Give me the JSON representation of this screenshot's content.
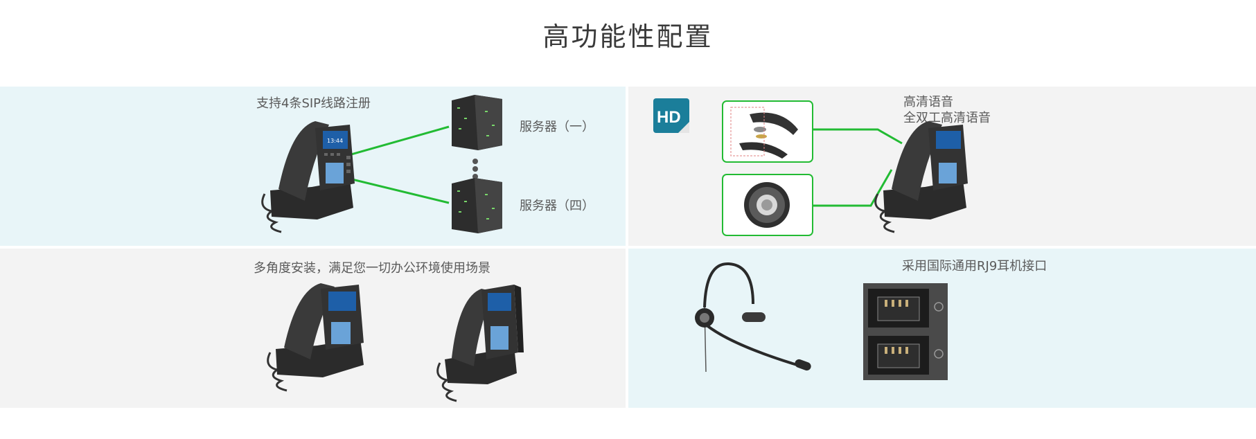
{
  "page": {
    "title": "高功能性配置"
  },
  "sip_panel": {
    "caption": "支持4条SIP线路注册",
    "server_1": "服务器（一）",
    "server_4": "服务器（四）",
    "accent_color": "#22bb33"
  },
  "hd_panel": {
    "badge": "HD",
    "heading": "高清语音",
    "subheading": "全双工高清语音",
    "accent_color": "#22bb33"
  },
  "install_panel": {
    "caption": "多角度安装，满足您一切办公环境使用场景"
  },
  "rj9_panel": {
    "caption": "采用国际通用RJ9耳机接口"
  },
  "phone_screen_time": "13:44"
}
